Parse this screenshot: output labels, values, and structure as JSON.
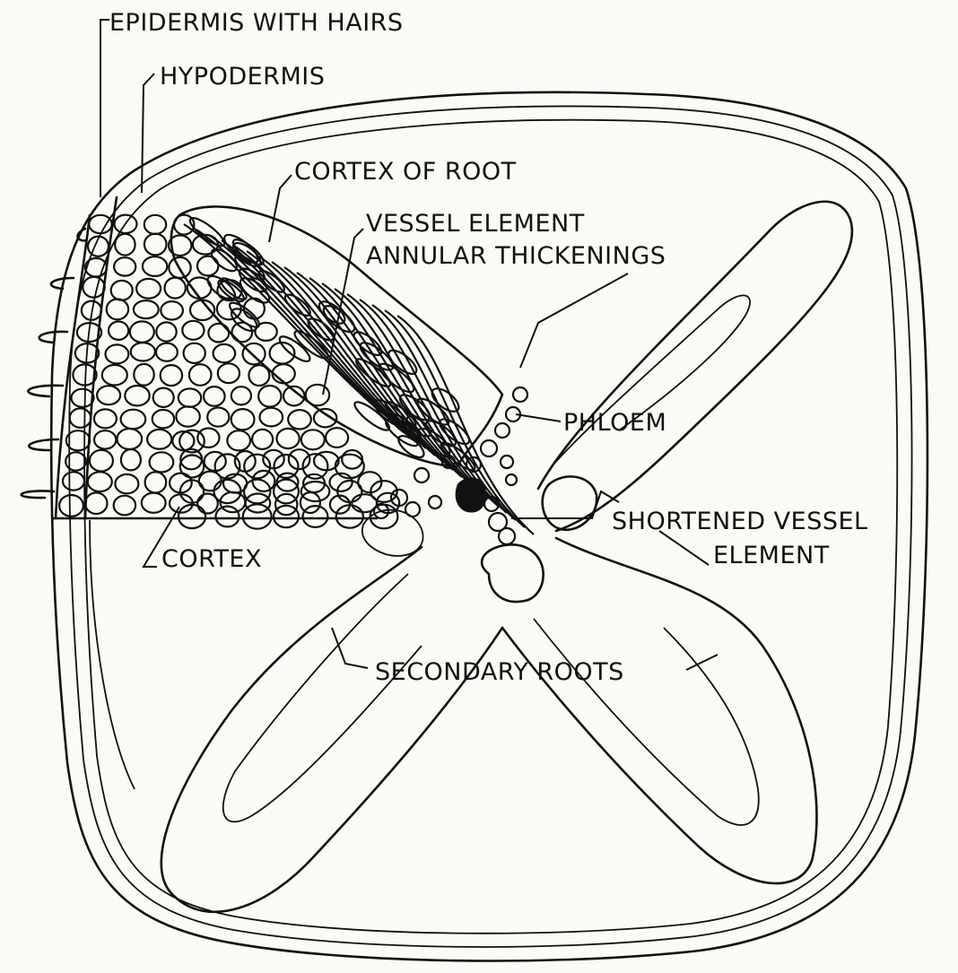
{
  "labels": {
    "epidermis": "EPIDERMIS WITH HAIRS",
    "hypodermis": "HYPODERMIS",
    "cortex_of_root": "CORTEX OF ROOT",
    "vessel_element": "VESSEL ELEMENT",
    "annular_thickenings": "ANNULAR THICKENINGS",
    "phloem": "PHLOEM",
    "shortened_vessel": "SHORTENED VESSEL",
    "element": "ELEMENT",
    "cortex": "CORTEX",
    "secondary_roots": "SECONDARY ROOTS"
  },
  "colors": {
    "ink": "#111111",
    "paper": "#fbfaf4"
  }
}
